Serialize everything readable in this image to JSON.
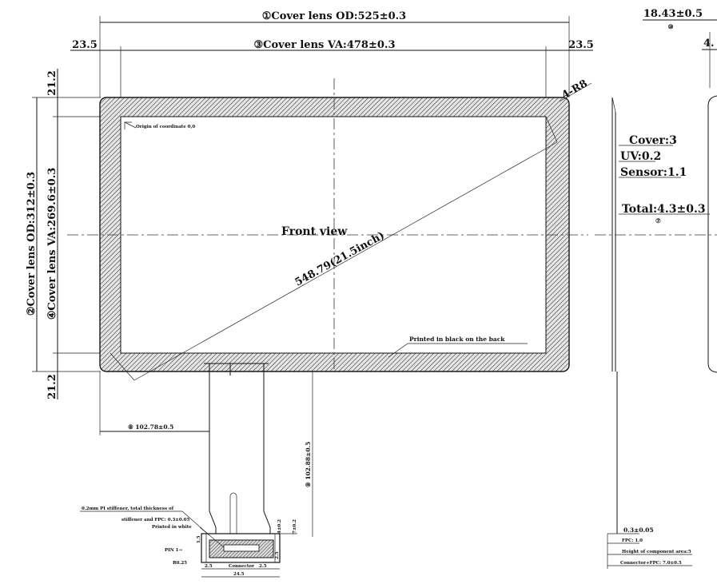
{
  "top_dims": {
    "od": "①Cover lens OD:525±0.3",
    "va": "③Cover lens VA:478±0.3",
    "left_margin": "23.5",
    "right_margin": "23.5",
    "thickness": "18.43±0.5",
    "thickness_circle": "⑩",
    "partial_right": "4."
  },
  "side_dims": {
    "od": "②Cover lens OD:312±0.3",
    "va": "④Cover lens VA:269.6±0.3",
    "top_margin": "21.2",
    "bottom_margin": "21.2"
  },
  "front": {
    "title": "Front view",
    "diagonal": "548.79(21.5inch)",
    "corner_radius": "4-R8",
    "origin_note": "Origin of coordinate 0,0",
    "back_print": "Printed in black on the back"
  },
  "fpc": {
    "offset_x": "⑧ 102.78±0.5",
    "offset_y": "⑨ 102.88±0.5",
    "stiffener_note_1": "0.2mm PI stiffener, total thickness of",
    "stiffener_note_2": "stiffener and FPC: 0.3±0.05",
    "printed_white": "Printed in white",
    "dim_a": "4±0.2",
    "dim_b": "7±0.2",
    "dim_c": "1.5",
    "dim_d": "2.5",
    "dim_e": "2.5",
    "dim_f": "2.5",
    "dim_g": "24.5",
    "dim_h": "R0.25",
    "pin_label": "PIN 1→",
    "conn_label": "Connector"
  },
  "side_view": {
    "cover": "Cover:3",
    "uv": "UV:0.2",
    "sensor": "Sensor:1.1",
    "total": "Total:4.3±0.3",
    "total_circle": "⑦",
    "small_dim": "0.3±0.05",
    "fpc_note": "FPC: 1.0",
    "height_note": "Height of component area:5",
    "connector_note": "Connector+FPC: 7.0±0.5"
  }
}
